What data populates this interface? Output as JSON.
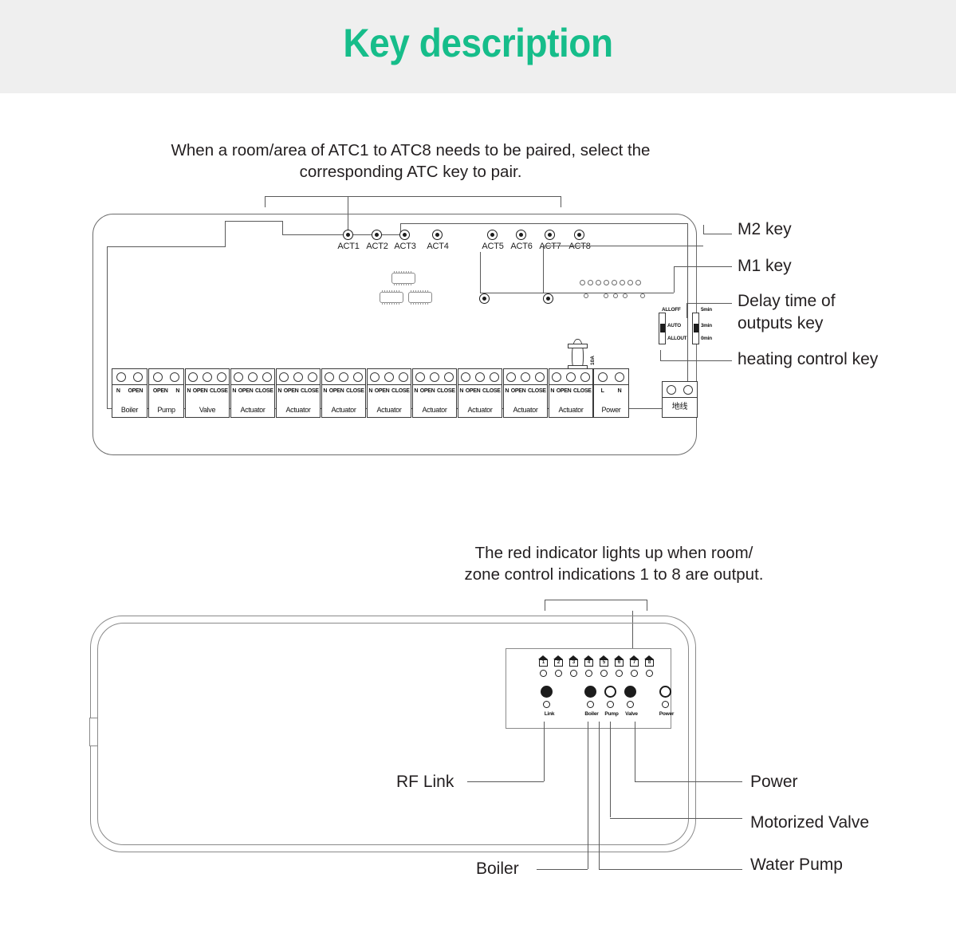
{
  "header": {
    "title": "Key description",
    "title_color": "#16bd8a",
    "band_color": "#efefef"
  },
  "top_section": {
    "caption": "When a room/area of ATC1 to ATC8 needs to be paired, select the\ncorresponding ATC key to pair.",
    "act_buttons": [
      {
        "label": "ACT1"
      },
      {
        "label": "ACT2"
      },
      {
        "label": "ACT3"
      },
      {
        "label": "ACT4"
      },
      {
        "label": "ACT5"
      },
      {
        "label": "ACT6"
      },
      {
        "label": "ACT7"
      },
      {
        "label": "ACT8"
      }
    ],
    "callouts": [
      {
        "label": "M2 key"
      },
      {
        "label": "M1  key"
      },
      {
        "label": "Delay time of\noutputs key"
      },
      {
        "label": "heating control key"
      }
    ],
    "terminals": [
      {
        "name": "Boiler",
        "pins": [
          "N",
          "OPEN"
        ]
      },
      {
        "name": "Pump",
        "pins": [
          "OPEN",
          "N"
        ]
      },
      {
        "name": "Valve",
        "pins": [
          "N",
          "OPEN",
          "CLOSE"
        ]
      },
      {
        "name": "Actuator",
        "pins": [
          "N",
          "OPEN",
          "CLOSE"
        ]
      },
      {
        "name": "Actuator",
        "pins": [
          "N",
          "OPEN",
          "CLOSE"
        ]
      },
      {
        "name": "Actuator",
        "pins": [
          "N",
          "OPEN",
          "CLOSE"
        ]
      },
      {
        "name": "Actuator",
        "pins": [
          "N",
          "OPEN",
          "CLOSE"
        ]
      },
      {
        "name": "Actuator",
        "pins": [
          "N",
          "OPEN",
          "CLOSE"
        ]
      },
      {
        "name": "Actuator",
        "pins": [
          "N",
          "OPEN",
          "CLOSE"
        ]
      },
      {
        "name": "Actuator",
        "pins": [
          "N",
          "OPEN",
          "CLOSE"
        ]
      },
      {
        "name": "Actuator",
        "pins": [
          "N",
          "OPEN",
          "CLOSE"
        ]
      }
    ],
    "power_terminal": {
      "name": "Power",
      "pins": [
        "L",
        "N"
      ]
    },
    "ground_terminal": {
      "name": "地线"
    },
    "fuse_label": "10A",
    "dip_heating": {
      "positions": [
        "ALLOFF",
        "AUTO",
        "ALLOUT"
      ],
      "selected": "AUTO"
    },
    "dip_delay": {
      "positions": [
        "5min",
        "3min",
        "0min"
      ],
      "selected": "3min"
    }
  },
  "bottom_section": {
    "caption": "The red indicator lights up when room/\nzone control indications 1 to 8 are output.",
    "zone_icons": [
      "1",
      "2",
      "3",
      "4",
      "5",
      "6",
      "7",
      "8"
    ],
    "status_icons": [
      {
        "label": "Link"
      },
      {
        "label": "Boiler"
      },
      {
        "label": "Pump"
      },
      {
        "label": "Valve"
      },
      {
        "label": "Power"
      }
    ],
    "callouts": [
      {
        "label": "RF Link"
      },
      {
        "label": "Boiler"
      },
      {
        "label": "Power"
      },
      {
        "label": "Motorized Valve"
      },
      {
        "label": "Water Pump"
      }
    ]
  }
}
